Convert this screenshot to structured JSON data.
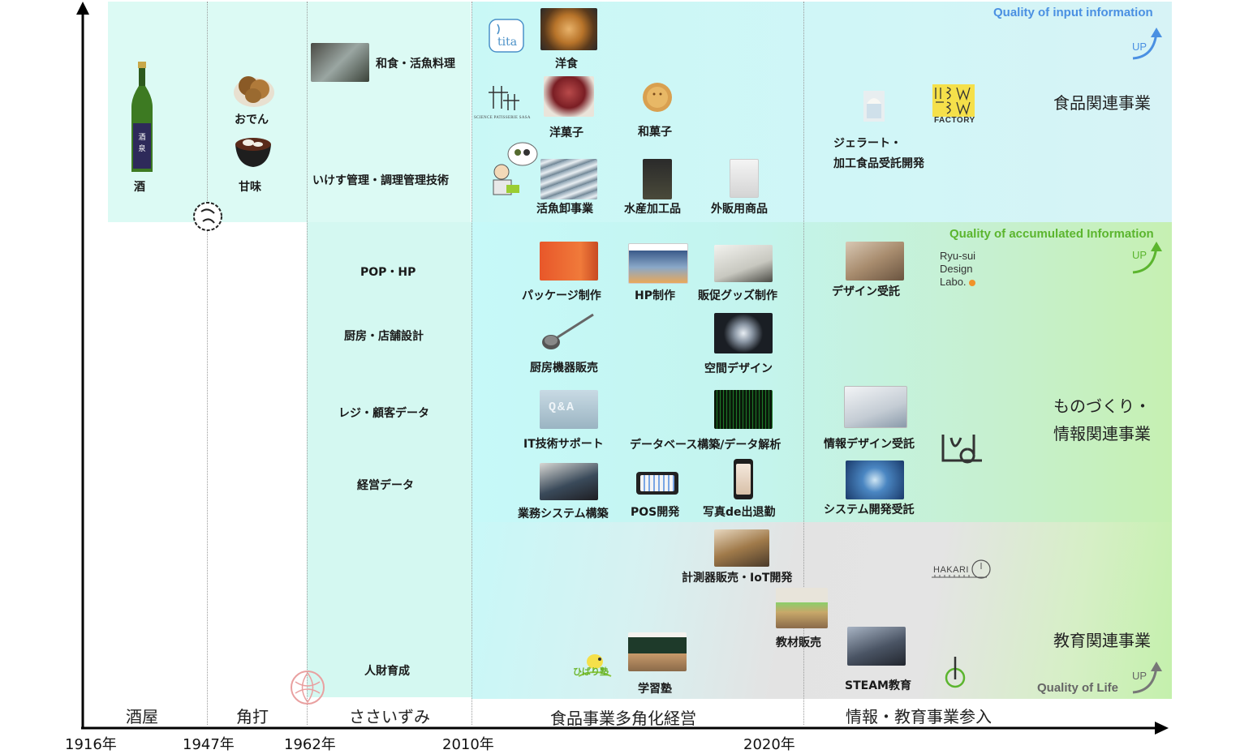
{
  "colors": {
    "food_zone": "#dcfaf4",
    "cyan_zone": "#cff8f8",
    "green_zone": "#c7f2b4",
    "gray_zone": "#e6e6e6",
    "blue_accent": "#4a90e2",
    "green_accent": "#5bb52e"
  },
  "timeline": {
    "years": [
      "1916年",
      "1947年",
      "1962年",
      "2010年",
      "2020年"
    ],
    "eras": [
      "酒屋",
      "角打",
      "ささいずみ",
      "食品事業多角化経営",
      "情報・教育事業参入"
    ]
  },
  "categories": {
    "food": "食品関連事業",
    "making_line1": "ものづくり・",
    "making_line2": "情報関連事業",
    "education": "教育関連事業"
  },
  "quality": {
    "input": "Quality of  input information",
    "accumulated": "Quality of  accumulated Information",
    "life": "Quality of Life",
    "up": "UP"
  },
  "era1": {
    "sake": "酒",
    "oden": "おでん",
    "amami": "甘味"
  },
  "era3": {
    "washoku": "和食・活魚料理",
    "ikesu": "いけす管理・調理管理技術",
    "pop": "POP・HP",
    "kitchen": "厨房・店舗設計",
    "register": "レジ・顧客データ",
    "management": "経営データ",
    "hr": "人財育成"
  },
  "era4": {
    "yoshoku": "洋食",
    "yogashi": "洋菓子",
    "wagashi": "和菓子",
    "katsugyo": "活魚卸事業",
    "suisan": "水産加工品",
    "gaihan": "外販用商品",
    "package": "パッケージ制作",
    "hp": "HP制作",
    "goods": "販促グッズ制作",
    "kitchen_sales": "厨房機器販売",
    "space": "空間デザイン",
    "it_support": "IT技術サポート",
    "database": "データベース構築/データ解析",
    "system": "業務システム構築",
    "pos": "POS開発",
    "photo": "写真de出退勤",
    "measure": "計測器販売・IoT開発",
    "cram": "学習塾"
  },
  "era5": {
    "gelato_line1": "ジェラート・",
    "gelato_line2": "加工食品受託開発",
    "design": "デザイン受託",
    "info_design": "情報デザイン受託",
    "system_dev": "システム開発受託",
    "materials": "教材販売",
    "steam": "STEAM教育"
  },
  "logos": {
    "tita": "tita",
    "sasa": "SCIENCE PATISSERIE SASA",
    "factory": "FACTORY",
    "ryusui1": "Ryu-sui",
    "ryusui2": "Design",
    "ryusui3": "Labo.",
    "hakari": "HAKARI",
    "hibari": "ひばり塾",
    "qa": "Q&A"
  }
}
